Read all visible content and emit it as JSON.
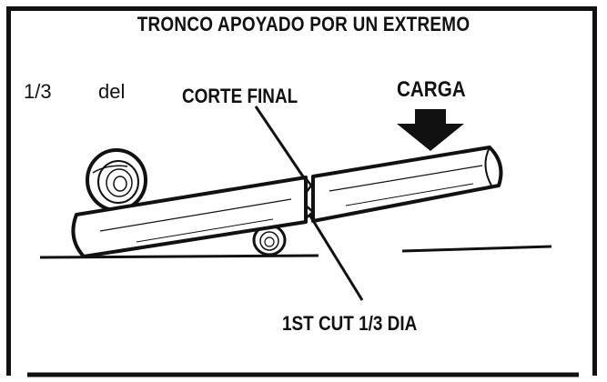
{
  "diagram": {
    "title": "TRONCO APOYADO POR UN EXTREMO",
    "labels": {
      "one_third": "1/3",
      "del": "del",
      "final_cut": "CORTE FINAL",
      "load": "CARGA",
      "first_cut": "1ST CUT 1/3 DIA"
    },
    "icons": [
      "log-end-icon",
      "support-log-icon",
      "down-arrow-icon"
    ],
    "colors": {
      "ink": "#111111",
      "background": "#ffffff"
    }
  }
}
